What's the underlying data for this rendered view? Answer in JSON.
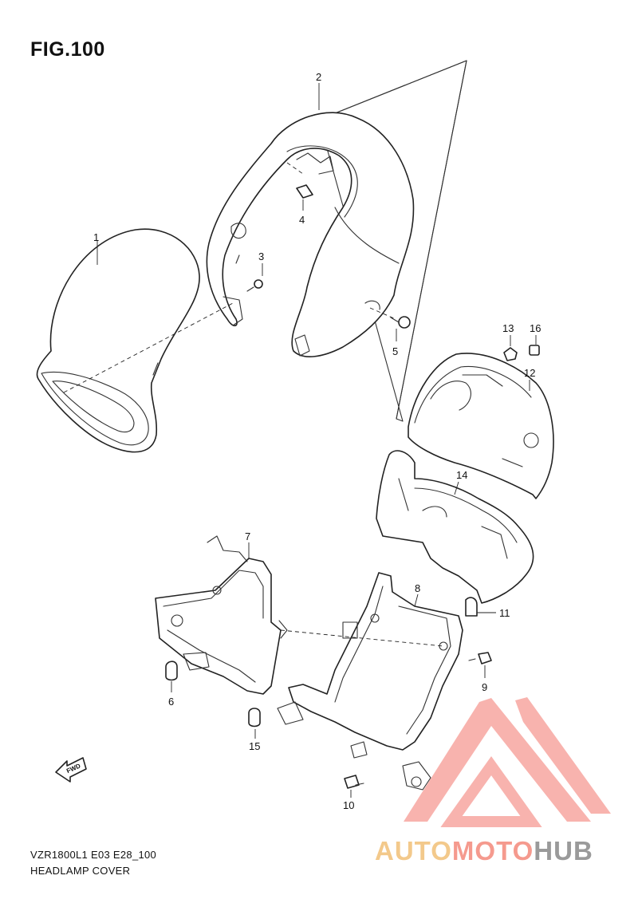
{
  "figure": {
    "title": "FIG.100",
    "model_code": "VZR1800L1 E03 E28_100",
    "name": "HEADLAMP COVER"
  },
  "direction_arrow": {
    "label": "FWD",
    "icon": "fwd-arrow-icon"
  },
  "callouts": [
    "1",
    "2",
    "3",
    "4",
    "5",
    "6",
    "7",
    "8",
    "9",
    "10",
    "11",
    "12",
    "13",
    "14",
    "15",
    "16"
  ],
  "watermark": {
    "text_part1": "AUTO",
    "text_part2": "MOTO",
    "text_part3": "HUB",
    "colors": {
      "part1": "#f3c98b",
      "part2": "#f59a8e",
      "part3": "#9a9a9a",
      "logo": "#f7a6a0"
    }
  }
}
